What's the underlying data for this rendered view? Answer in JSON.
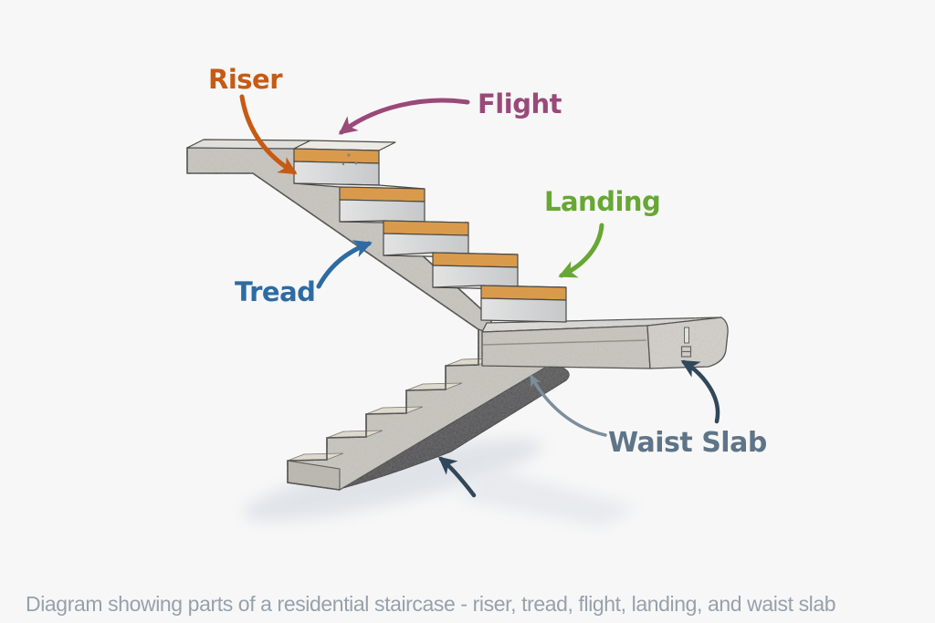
{
  "page": {
    "background": "#F7F7F7"
  },
  "caption": {
    "text": "Diagram showing parts of a residential staircase - riser, tread, flight, landing, and waist slab"
  },
  "labels": {
    "riser": {
      "text": "Riser"
    },
    "flight": {
      "text": "Flight"
    },
    "landing": {
      "text": "Landing"
    },
    "tread": {
      "text": "Tread"
    },
    "waist_slab": {
      "text": "Waist Slab"
    }
  },
  "diagram": {
    "type": "staircase-parts",
    "parts": [
      "Riser",
      "Tread",
      "Flight",
      "Landing",
      "Waist Slab"
    ],
    "upper_flight_steps": 5,
    "lower_flight_steps": 5,
    "nosing_material": "wood strip",
    "structure_material": "concrete"
  },
  "colors": {
    "background": "#F7F7F7",
    "c_riser": "#C75A14",
    "c_flight": "#9A4979",
    "c_landing": "#67A733",
    "c_tread": "#2E6BA3",
    "c_waist": "#5E7487",
    "c_wsline": "#7C8E9B",
    "c_wsdark": "#31475A",
    "caption": "#97A1AC",
    "concrete": "#CBC9C3",
    "concrete_light": "#D5D3CD",
    "slab_top": "#E0DFDB",
    "tread_pale": "#ECEAE4",
    "tread_warm": "#E7E1D5",
    "nosing": "#D99B4B",
    "front_riser_dark": "#BDBBB4",
    "outline": "#3F4043",
    "shadow": "#DBE0E6"
  }
}
